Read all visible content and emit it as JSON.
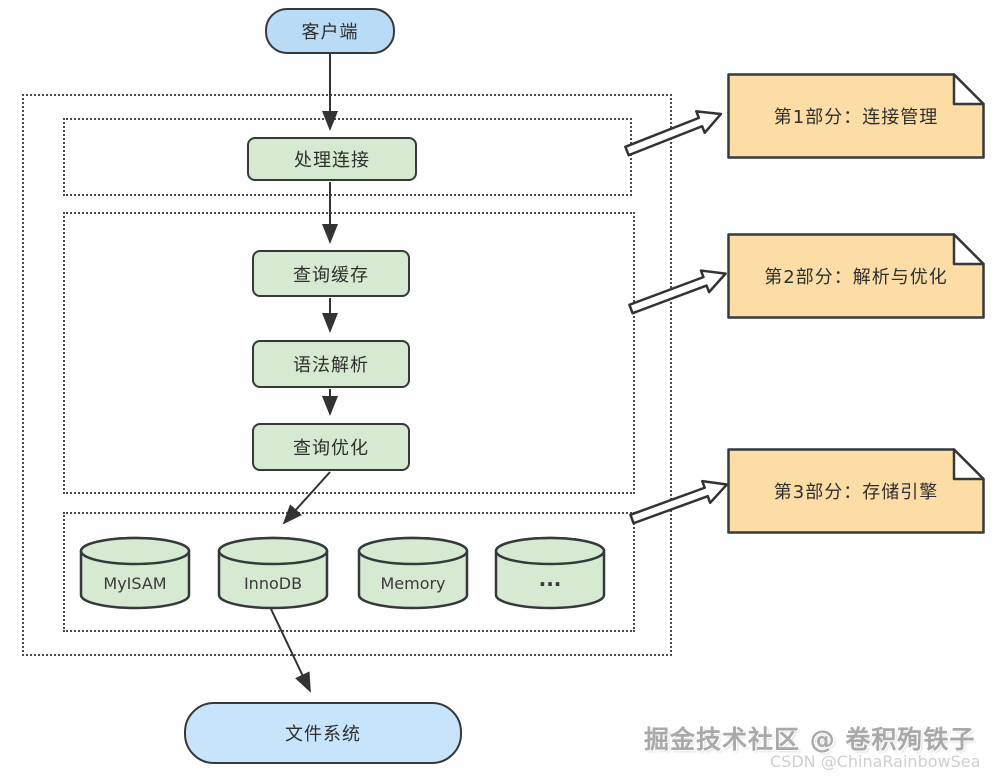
{
  "nodes": {
    "client": "客户端",
    "handle_connection": "处理连接",
    "query_cache": "查询缓存",
    "syntax_parse": "语法解析",
    "query_optimize": "查询优化",
    "file_system": "文件系统"
  },
  "engines": [
    "MyISAM",
    "InnoDB",
    "Memory",
    "..."
  ],
  "notes": [
    "第1部分：连接管理",
    "第2部分：解析与优化",
    "第3部分：存储引擎"
  ],
  "watermark": {
    "juejin": "掘金技术社区 @ 卷积殉铁子",
    "csdn": "CSDN @ChinaRainbowSea"
  },
  "colors": {
    "client_fill": "#b9dbf6",
    "file_system_fill": "#c8e4fa",
    "process_box_fill": "#d6ead1",
    "engine_cylinder_fill": "#d6ead1",
    "note_fill": "#fcdda6",
    "outline": "#35393c",
    "dashed_border": "#4a4a4a",
    "arrow": "#333333"
  }
}
